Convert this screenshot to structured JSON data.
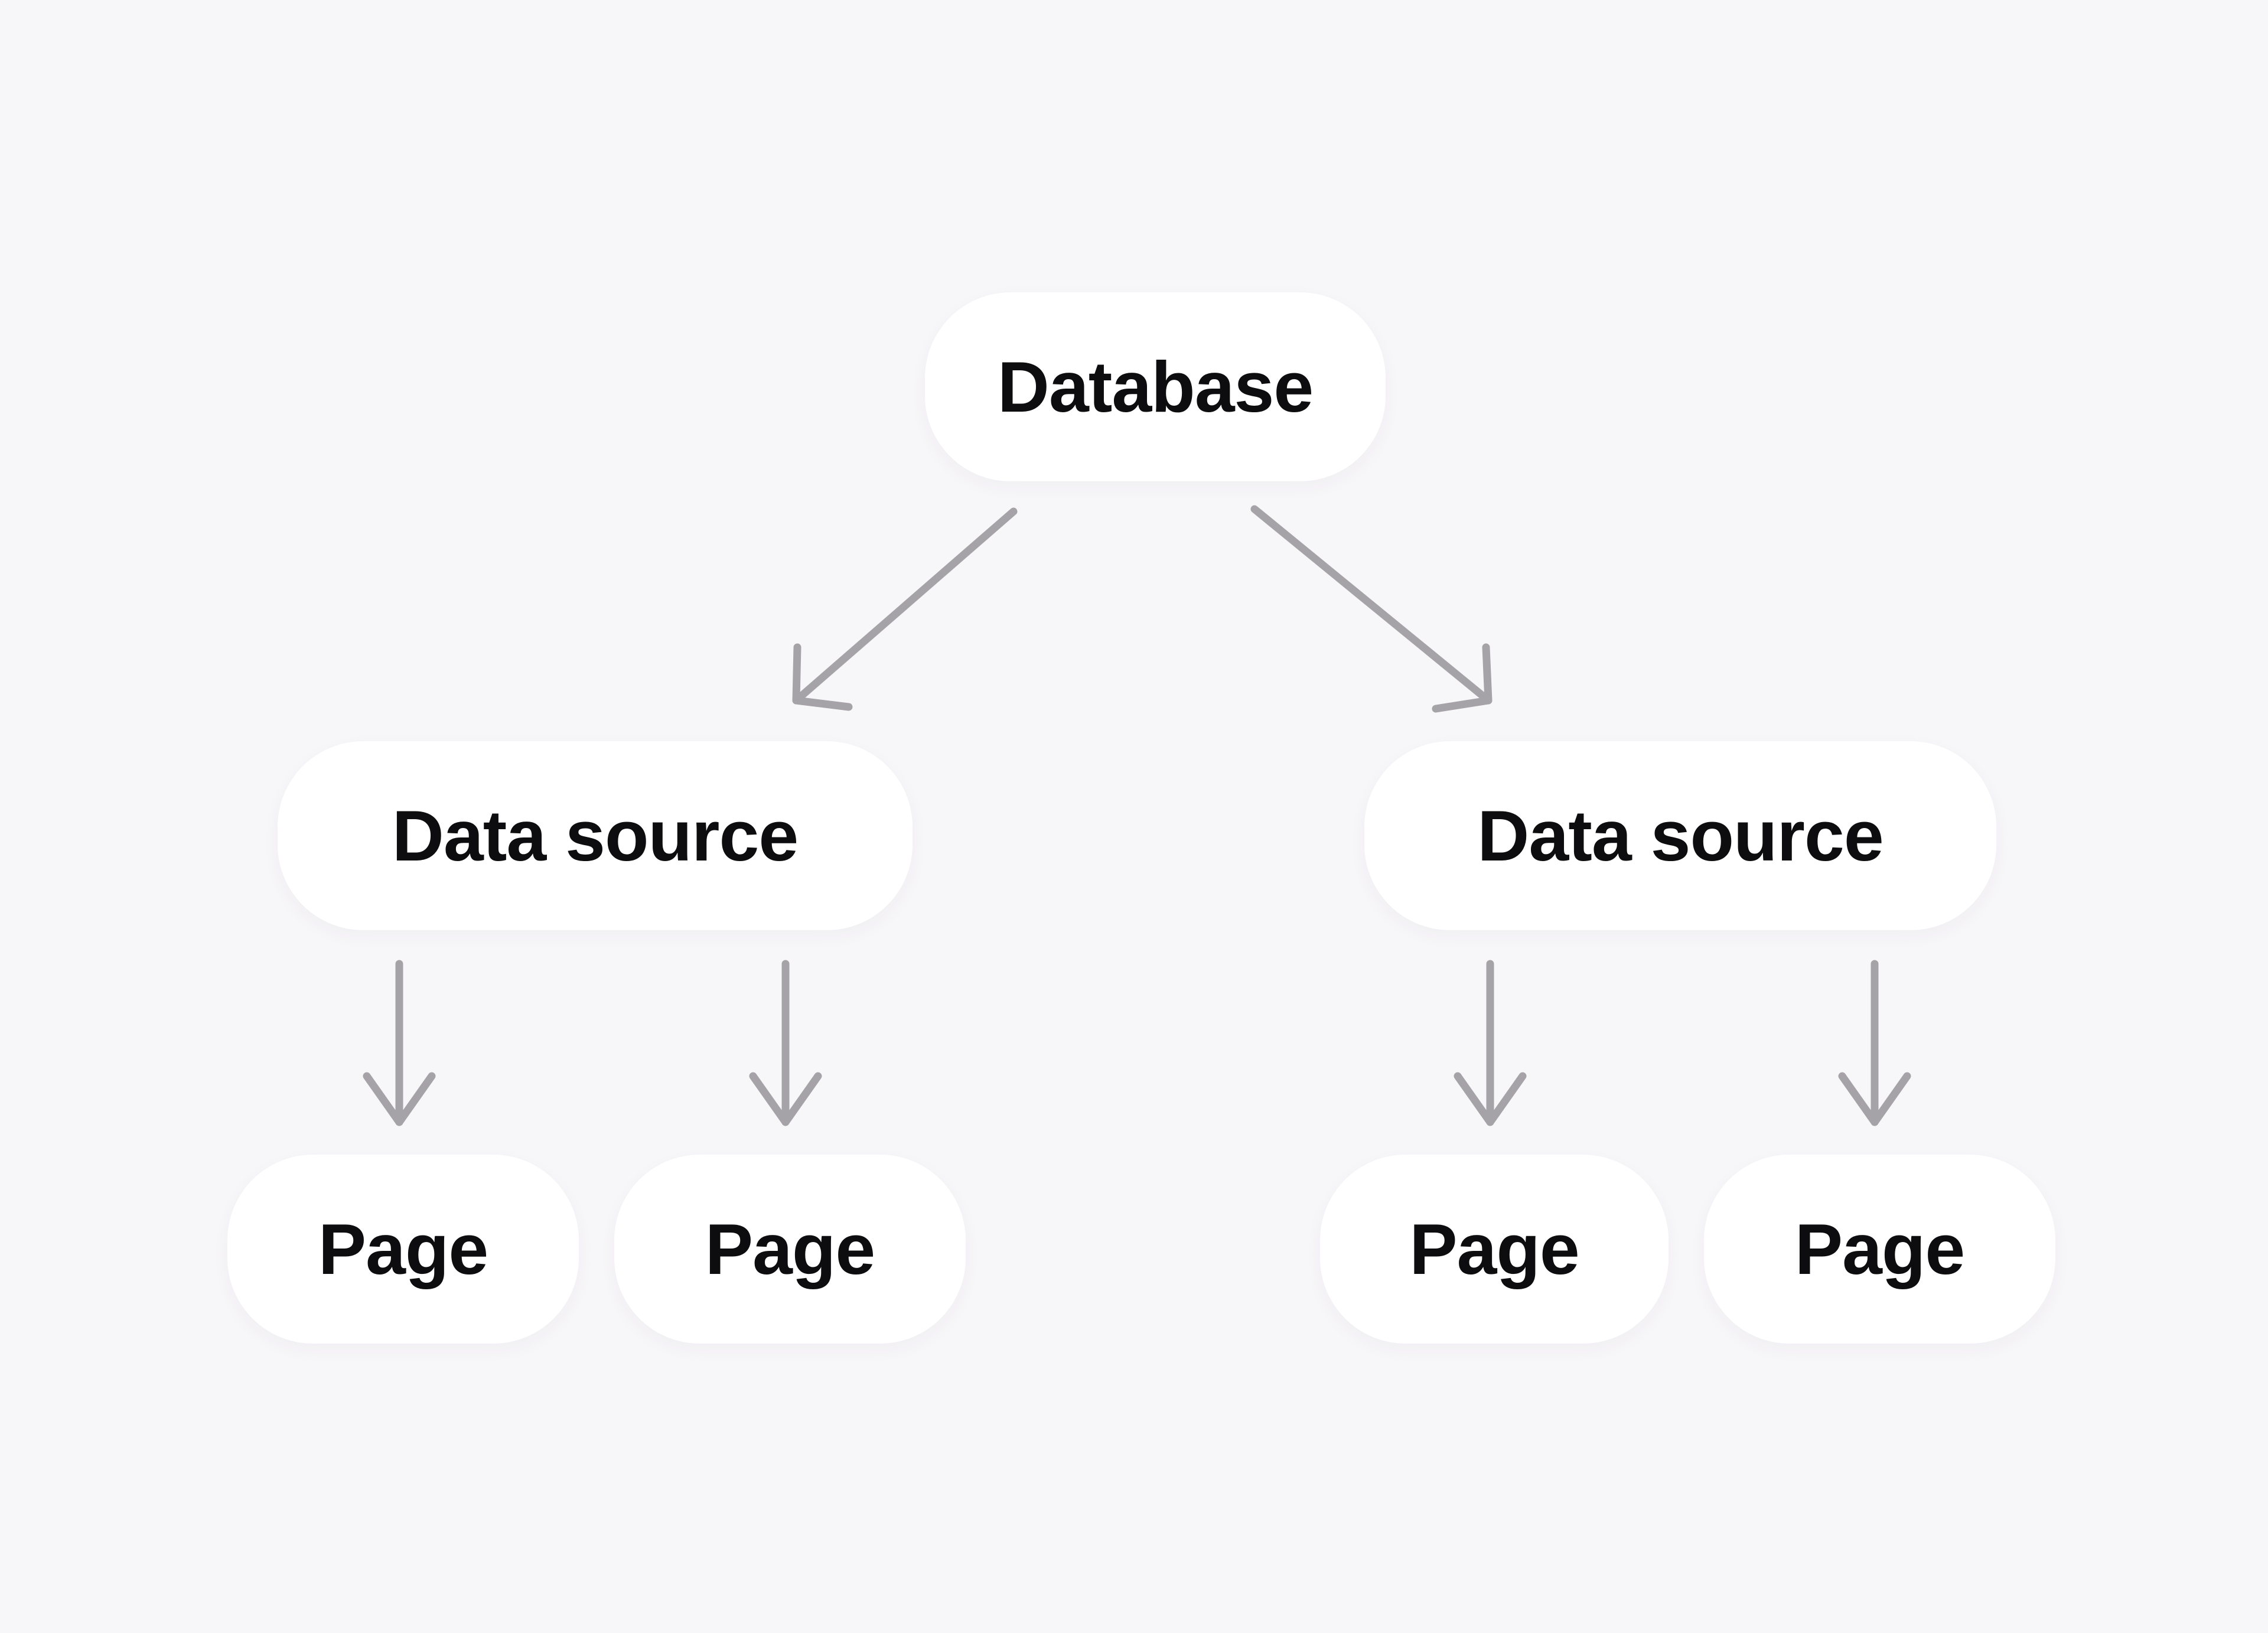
{
  "theme": {
    "background": "#F7F6F9",
    "node_fill": "#FFFFFF",
    "arrow_color": "#A6A3A8",
    "text_color": "#0D0C0E"
  },
  "diagram": {
    "root": {
      "label": "Database"
    },
    "sources": [
      {
        "label": "Data source"
      },
      {
        "label": "Data source"
      }
    ],
    "pages": [
      {
        "label": "Page"
      },
      {
        "label": "Page"
      },
      {
        "label": "Page"
      },
      {
        "label": "Page"
      }
    ]
  }
}
